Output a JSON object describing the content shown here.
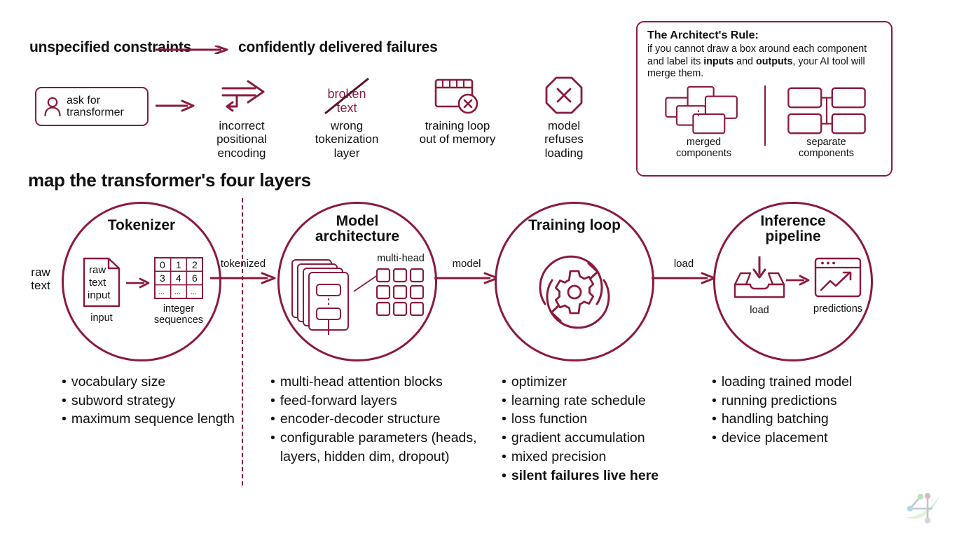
{
  "theme": {
    "accent": "#8b1a3c",
    "ink": "#111111",
    "background": "#ffffff"
  },
  "headline": {
    "left": "unspecified constraints",
    "right": "confidently delivered failures",
    "arrow_icon": "long-right-arrow-icon"
  },
  "prompt": {
    "label_line1": "ask for",
    "label_line2": "transformer",
    "person_icon": "person-icon",
    "arrow_icon": "right-arrow-icon"
  },
  "failures": [
    {
      "icon": "bent-arrow-icon",
      "caption": "incorrect\npositional\nencoding"
    },
    {
      "icon": "struck-broken-text-icon",
      "caption": "wrong\ntokenization\nlayer",
      "glyph_line1": "broken",
      "glyph_line2": "text"
    },
    {
      "icon": "window-error-icon",
      "caption": "training loop\nout of memory"
    },
    {
      "icon": "octagon-x-icon",
      "caption": "model\nrefuses\nloading"
    }
  ],
  "rule_card": {
    "title": "The Architect's Rule:",
    "body_part1": "if you cannot draw a box around each component and label its ",
    "body_bold1": "inputs",
    "body_part2": " and ",
    "body_bold2": "outputs",
    "body_part3": ", your AI tool will merge them.",
    "figures": [
      {
        "icon": "overlapping-boxes-icon",
        "caption": "merged\ncomponents"
      },
      {
        "icon": "separate-boxes-icon",
        "caption": "separate\ncomponents"
      }
    ]
  },
  "section_title": "map the transformer's four layers",
  "flow": {
    "input_label": "raw\ntext",
    "connectors": [
      {
        "label": "tokenized"
      },
      {
        "label": "model"
      },
      {
        "label": "load"
      }
    ]
  },
  "nodes": [
    {
      "title": "Tokenizer",
      "icon_left": "document-icon",
      "icon_left_lines": [
        "raw",
        "text",
        "input"
      ],
      "icon_left_caption": "input",
      "icon_right": "integer-grid-icon",
      "grid_values": [
        [
          "0",
          "1",
          "2"
        ],
        [
          "3",
          "4",
          "6"
        ],
        [
          "...",
          "...",
          "..."
        ]
      ],
      "icon_right_caption": "integer\nsequences",
      "bullets": [
        {
          "text": "vocabulary size",
          "bold": false
        },
        {
          "text": "subword strategy",
          "bold": false
        },
        {
          "text": "maximum sequence length",
          "bold": false
        }
      ]
    },
    {
      "title": "Model\narchitecture",
      "icon_left": "stacked-layers-icon",
      "icon_right": "attention-grid-icon",
      "icon_right_caption": "multi-head",
      "bullets": [
        {
          "text": "multi-head attention blocks",
          "bold": false
        },
        {
          "text": "feed-forward layers",
          "bold": false
        },
        {
          "text": "encoder-decoder structure",
          "bold": false
        },
        {
          "text": "configurable parameters (heads, layers, hidden dim, dropout)",
          "bold": false
        }
      ]
    },
    {
      "title": "Training loop",
      "icon_center": "gear-refresh-loop-icon",
      "bullets": [
        {
          "text": "optimizer",
          "bold": false
        },
        {
          "text": "learning rate schedule",
          "bold": false
        },
        {
          "text": "loss function",
          "bold": false
        },
        {
          "text": "gradient accumulation",
          "bold": false
        },
        {
          "text": "mixed precision",
          "bold": false
        },
        {
          "text": "silent failures live here",
          "bold": true
        }
      ]
    },
    {
      "title": "Inference\npipeline",
      "icon_left": "load-tray-icon",
      "icon_left_caption": "load",
      "icon_right": "chart-window-icon",
      "icon_right_caption": "predictions",
      "bullets": [
        {
          "text": "loading trained model",
          "bold": false
        },
        {
          "text": "running predictions",
          "bold": false
        },
        {
          "text": "handling batching",
          "bold": false
        },
        {
          "text": "device placement",
          "bold": false
        }
      ]
    }
  ],
  "watermark": {
    "icon": "four-node-logo-icon"
  }
}
